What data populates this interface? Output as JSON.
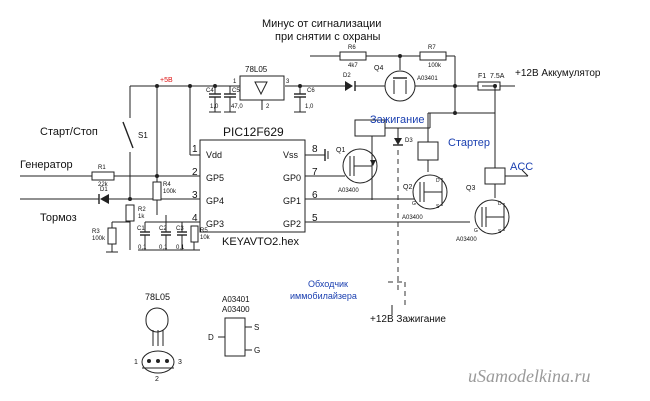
{
  "top_label": {
    "line1": "Минус от сигнализации",
    "line2": "при снятии с охраны"
  },
  "ic": {
    "name": "PIC12F629",
    "firmware": "KEYAVTO2.hex",
    "pins": {
      "p1": "1",
      "p2": "2",
      "p3": "3",
      "p4": "4",
      "p5": "5",
      "p6": "6",
      "p7": "7",
      "p8": "8"
    },
    "pin_names": {
      "vdd": "Vdd",
      "gp5": "GP5",
      "gp4": "GP4",
      "gp3": "GP3",
      "vss": "Vss",
      "gp0": "GP0",
      "gp1": "GP1",
      "gp2": "GP2"
    }
  },
  "labels": {
    "start_stop": "Старт/Стоп",
    "generator": "Генератор",
    "brake": "Тормоз",
    "ignition": "Зажигание",
    "starter": "Стартер",
    "acc": "ACC",
    "battery": "+12В Аккумулятор",
    "immo_line1": "Обходчик",
    "immo_line2": "иммобилайзера",
    "ign12": "+12В Зажигание",
    "plus5": "+5В",
    "watermark": "uSamodelkina.ru"
  },
  "parts": {
    "reg": "78L05",
    "reg_pin1": "1",
    "reg_pin2": "2",
    "reg_pin3": "3",
    "c4": "C4",
    "c4v": "1,0",
    "c5": "C5",
    "c5v": "47,0",
    "c6": "C6",
    "c6v": "1,0",
    "d2": "D2",
    "r6": "R6",
    "r6v": "4k7",
    "r7": "R7",
    "r7v": "100k",
    "q4": "Q4",
    "q4t": "A03401",
    "f1": "F1",
    "f1v": "7.5A",
    "s1": "S1",
    "r1": "R1",
    "r1v": "22k",
    "d1": "D1",
    "r4": "R4",
    "r4v": "100k",
    "r2": "R2",
    "r2v": "1k",
    "r3": "R3",
    "r3v": "100k",
    "c1": "C1",
    "c1v": "0,1",
    "c2": "C2",
    "c2v": "0,1",
    "c3": "C3",
    "c3v": "0,1",
    "r5": "R5",
    "r5v": "10k",
    "q1": "Q1",
    "q1t": "A03400",
    "d3": "D3",
    "q2": "Q2",
    "q2t": "A03400",
    "q3": "Q3",
    "q3t": "A03400",
    "s": "S",
    "g": "G",
    "d": "D"
  },
  "packages": {
    "reg_title": "78L05",
    "reg_p1": "1",
    "reg_p2": "2",
    "reg_p3": "3",
    "fet_t1": "A03401",
    "fet_t2": "A03400",
    "fet_d": "D",
    "fet_s": "S",
    "fet_g": "G"
  }
}
